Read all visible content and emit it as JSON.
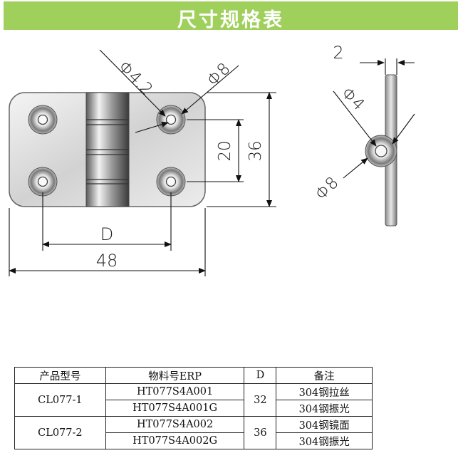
{
  "banner": {
    "title": "尺寸规格表"
  },
  "dimensions": {
    "front": {
      "hole_small": "Φ4.2",
      "hole_large": "Φ8",
      "pitch_y": "20",
      "height": "36",
      "pitch_x": "D",
      "width": "48"
    },
    "side": {
      "thickness": "2",
      "hole_small": "Φ4",
      "hole_large": "Φ8"
    }
  },
  "table": {
    "headers": [
      "产品型号",
      "物料号ERP",
      "D",
      "备注"
    ],
    "groups": [
      {
        "model": "CL077-1",
        "d": "32",
        "rows": [
          {
            "erp": "HT077S4A001",
            "note": "304钢拉丝"
          },
          {
            "erp": "HT077S4A001G",
            "note": "304钢振光"
          }
        ]
      },
      {
        "model": "CL077-2",
        "d": "36",
        "rows": [
          {
            "erp": "HT077S4A002",
            "note": "304钢镜面"
          },
          {
            "erp": "HT077S4A002G",
            "note": "304钢振光"
          }
        ]
      }
    ]
  },
  "colors": {
    "banner": "#9fd05b"
  }
}
